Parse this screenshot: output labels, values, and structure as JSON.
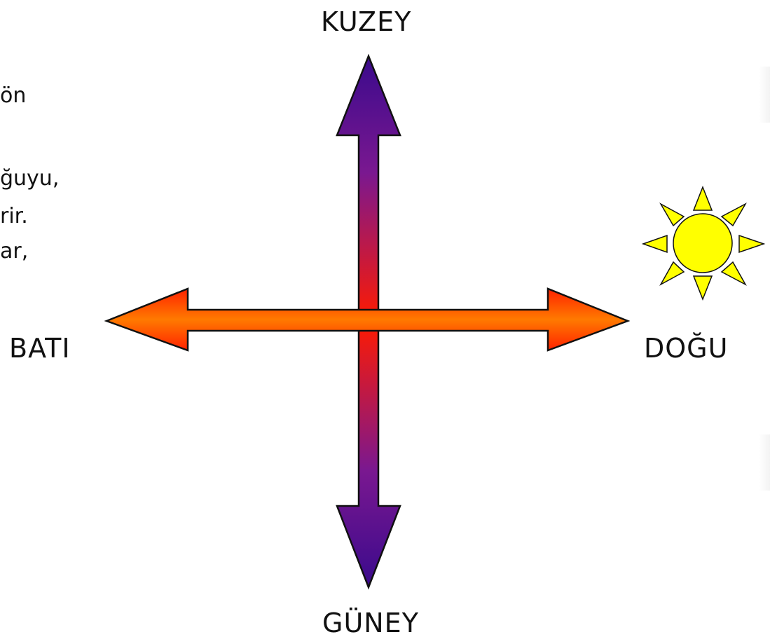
{
  "labels": {
    "north": "KUZEY",
    "south": "GÜNEY",
    "west": "BATI",
    "east": "DOĞU"
  },
  "text_fragments": [
    "ön",
    "ğuyu,",
    "rir.",
    "ar,"
  ],
  "colors": {
    "arrow_tip": "#3a0a8c",
    "arrow_middle": "#ff1a00",
    "horizontal_arrow": "#ff7a00",
    "sun_fill": "#ffff00",
    "sun_outline": "#111111"
  },
  "icons": {
    "sun": "sun-icon"
  }
}
